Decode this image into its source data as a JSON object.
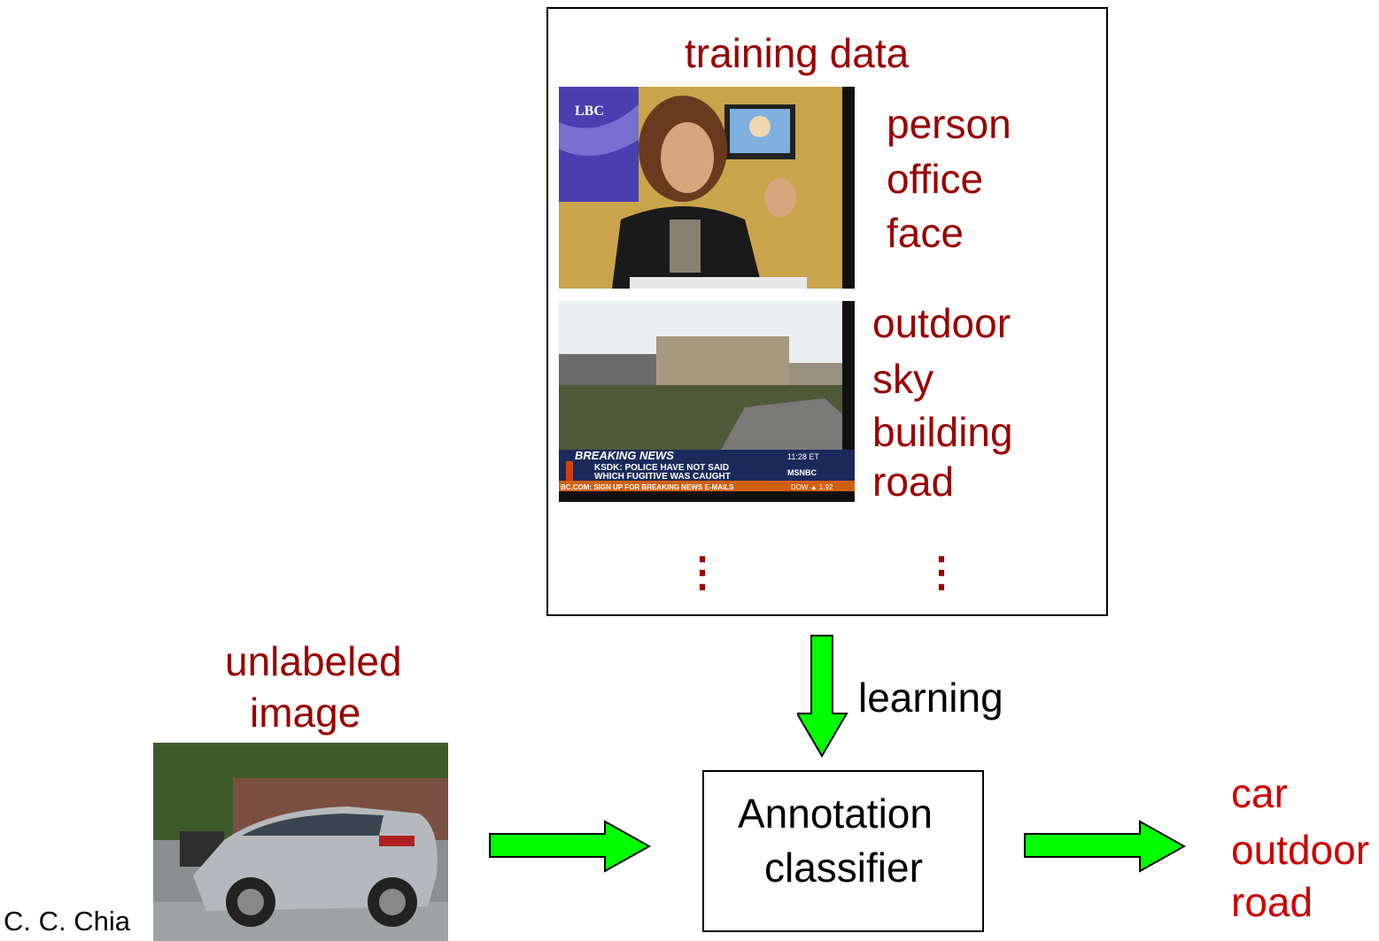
{
  "training": {
    "title": "training data",
    "photo1": {
      "logo": "LBC",
      "tags": [
        "person",
        "office",
        "face"
      ]
    },
    "photo2": {
      "banner": "BREAKING NEWS",
      "headline1": "KSDK: POLICE HAVE NOT SAID",
      "headline2": "WHICH FUGITIVE WAS CAUGHT",
      "time": "11:28 ET",
      "network": "MSNBC",
      "ticker": "BC.COM: SIGN UP FOR BREAKING NEWS E-MAILS",
      "dow": "DOW ▲ 1.92",
      "tags": [
        "outdoor",
        "sky",
        "building",
        "road"
      ]
    },
    "ellipsis_left": "⋮",
    "ellipsis_right": "⋮"
  },
  "learning_label": "learning",
  "unlabeled": {
    "line1": "unlabeled",
    "line2": "image"
  },
  "classifier": {
    "line1": "Annotation",
    "line2": "classifier"
  },
  "output_tags": [
    "car",
    "outdoor",
    "road"
  ],
  "credit": "C. C. Chia",
  "colors": {
    "label_dark_red": "#990000",
    "label_red": "#cc0000",
    "arrow_green": "#00ff00"
  }
}
